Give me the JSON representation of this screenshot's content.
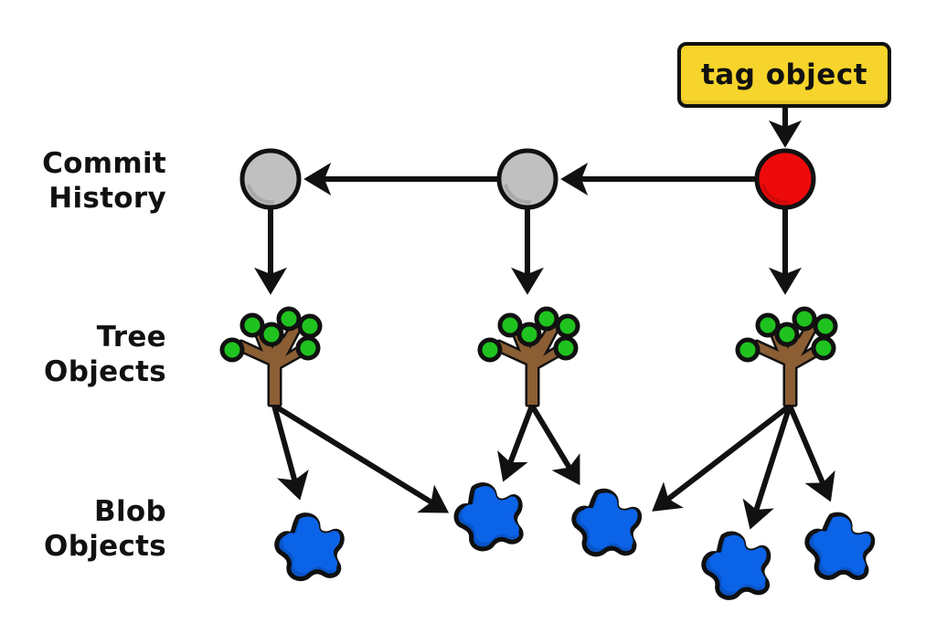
{
  "row_labels": {
    "commit": [
      "Commit",
      "History"
    ],
    "tree": [
      "Tree",
      "Objects"
    ],
    "blob": [
      "Blob",
      "Objects"
    ]
  },
  "tag": {
    "label": "tag object",
    "points_to": "commit-3"
  },
  "colors": {
    "tag_fill": "#F6D42B",
    "commit_old_fill": "#C0C0C0",
    "commit_head_fill": "#EE0A0A",
    "tree_trunk": "#8B5E34",
    "tree_leaves": "#1FC21F",
    "blob_fill": "#0B63E8",
    "outline": "#111111"
  },
  "commits": [
    {
      "id": "commit-1",
      "kind": "old"
    },
    {
      "id": "commit-2",
      "kind": "old"
    },
    {
      "id": "commit-3",
      "kind": "head"
    }
  ],
  "commit_links": [
    {
      "from": "commit-3",
      "to": "commit-2"
    },
    {
      "from": "commit-2",
      "to": "commit-1"
    }
  ],
  "trees": [
    {
      "id": "tree-1",
      "commit": "commit-1"
    },
    {
      "id": "tree-2",
      "commit": "commit-2"
    },
    {
      "id": "tree-3",
      "commit": "commit-3"
    }
  ],
  "blobs": [
    {
      "id": "blob-1"
    },
    {
      "id": "blob-2"
    },
    {
      "id": "blob-3"
    },
    {
      "id": "blob-4"
    },
    {
      "id": "blob-5"
    }
  ],
  "tree_blob_links": [
    {
      "tree": "tree-1",
      "blob": "blob-1"
    },
    {
      "tree": "tree-1",
      "blob": "blob-2"
    },
    {
      "tree": "tree-2",
      "blob": "blob-2"
    },
    {
      "tree": "tree-2",
      "blob": "blob-3"
    },
    {
      "tree": "tree-3",
      "blob": "blob-3"
    },
    {
      "tree": "tree-3",
      "blob": "blob-4"
    },
    {
      "tree": "tree-3",
      "blob": "blob-5"
    }
  ]
}
